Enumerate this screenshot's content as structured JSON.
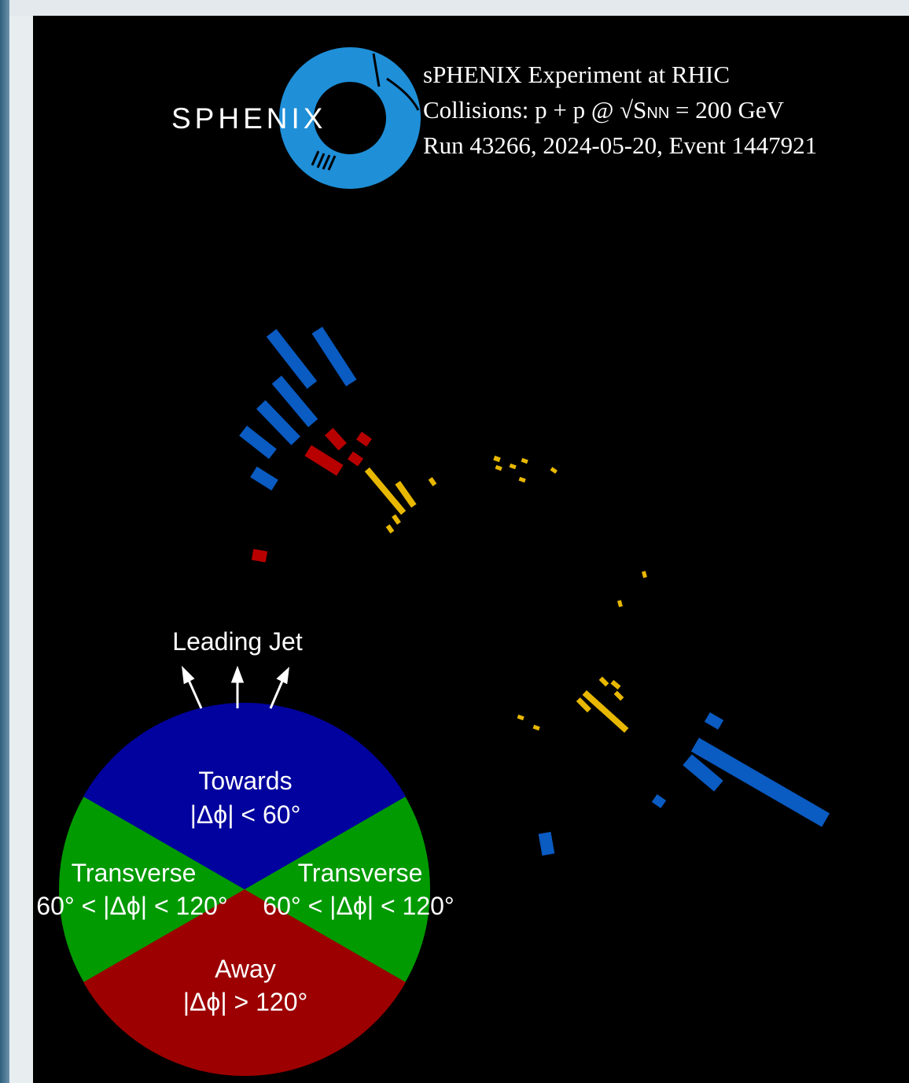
{
  "logo": {
    "wordmark": "SPHENIX",
    "ring_color": "#1f8fd8"
  },
  "header": {
    "line1": "sPHENIX Experiment at RHIC",
    "line2_prefix": "Collisions: p + p @ √S",
    "line2_sub": "NN",
    "line2_suffix": " = 200 GeV",
    "line3": "Run 43266, 2024-05-20, Event 1447921"
  },
  "diagram": {
    "leading_jet_label": "Leading Jet",
    "regions": {
      "towards": {
        "name": "Towards",
        "cut": "|Δϕ| < 60°",
        "color": "#02029e"
      },
      "transverse_left": {
        "name": "Transverse",
        "cut": "60° < |Δϕ| < 120°",
        "color": "#019a01"
      },
      "transverse_right": {
        "name": "Transverse",
        "cut": "60° < |Δϕ| < 120°",
        "color": "#019a01"
      },
      "away": {
        "name": "Away",
        "cut": "|Δϕ| > 120°",
        "color": "#9c0000"
      }
    }
  },
  "colors": {
    "hcal": "#0a5bc2",
    "emcal": "#b80000",
    "tracks": "#e8b800",
    "background": "#000000"
  }
}
